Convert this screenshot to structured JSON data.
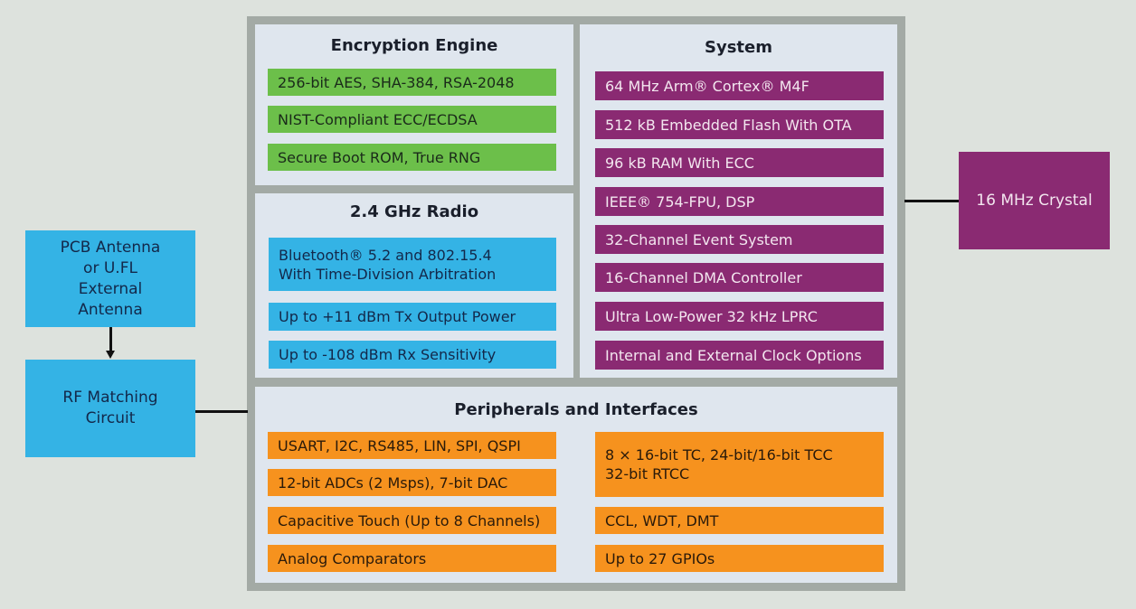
{
  "encryption": {
    "title": "Encryption Engine",
    "items": [
      "256-bit AES, SHA-384, RSA-2048",
      "NIST-Compliant ECC/ECDSA",
      "Secure Boot ROM, True RNG"
    ]
  },
  "radio": {
    "title": "2.4 GHz Radio",
    "items": [
      "Bluetooth® 5.2 and 802.15.4 With Time-Division Arbitration",
      "Up to +11 dBm Tx Output Power",
      "Up to -108 dBm Rx Sensitivity"
    ]
  },
  "system": {
    "title": "System",
    "items": [
      "64 MHz Arm® Cortex® M4F",
      "512 kB Embedded Flash With OTA",
      "96 kB RAM With ECC",
      "IEEE® 754-FPU, DSP",
      "32-Channel Event System",
      "16-Channel DMA Controller",
      "Ultra Low-Power 32 kHz LPRC",
      "Internal and External Clock Options"
    ]
  },
  "peripherals": {
    "title": "Peripherals and Interfaces",
    "left": [
      "USART, I2C, RS485, LIN, SPI, QSPI",
      "12-bit ADCs (2 Msps), 7-bit DAC",
      "Capacitive Touch (Up to 8 Channels)",
      "Analog Comparators"
    ],
    "right": [
      "8 × 16-bit TC, 24-bit/16-bit TCC 32-bit RTCC",
      "CCL, WDT, DMT",
      "Up to 27 GPIOs"
    ]
  },
  "external": {
    "antenna": "PCB Antenna or U.FL External Antenna",
    "rf": "RF Matching Circuit",
    "crystal": "16 MHz Crystal"
  },
  "colors": {
    "green": "#6cbf4a",
    "blue": "#34b3e5",
    "purple": "#8a2a72",
    "orange": "#f6921e",
    "frame": "#a3aaa5",
    "panel": "#dfe6ee"
  }
}
